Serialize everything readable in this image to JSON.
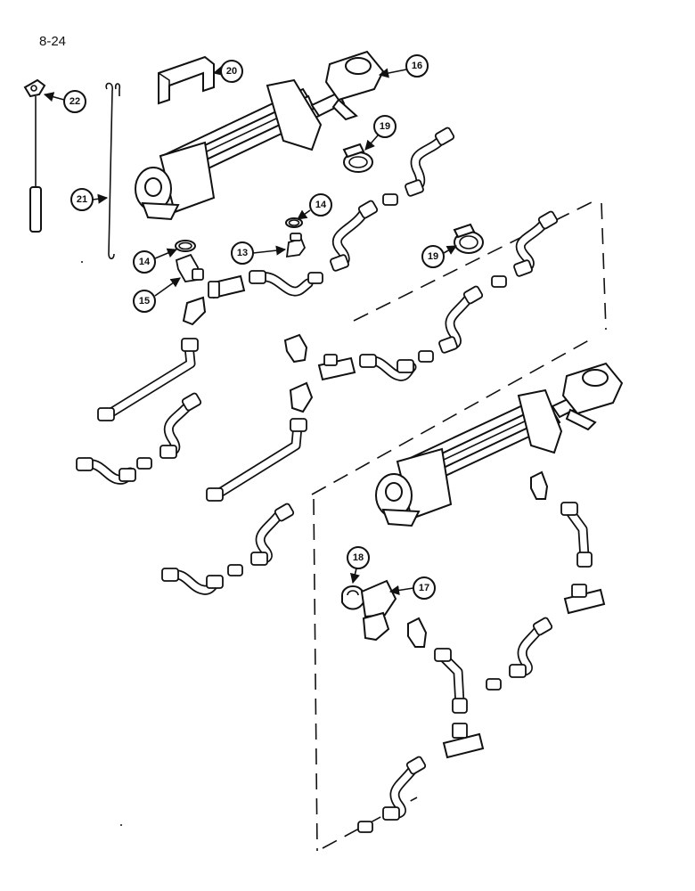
{
  "page": {
    "number": "8-24"
  },
  "callouts": {
    "c13": "13",
    "c14a": "14",
    "c14b": "14",
    "c15": "15",
    "c16": "16",
    "c17": "17",
    "c18": "18",
    "c19a": "19",
    "c19b": "19",
    "c20": "20",
    "c21": "21",
    "c22": "22"
  }
}
